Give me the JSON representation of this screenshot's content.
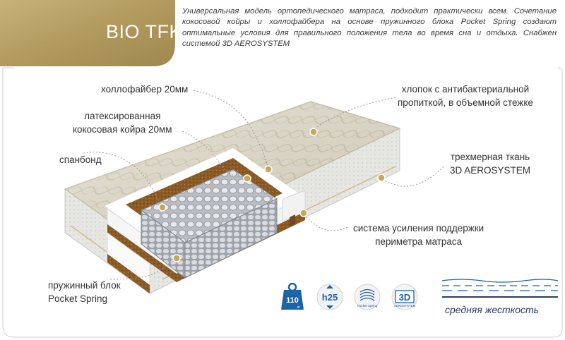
{
  "header": {
    "title": "BIO TFK",
    "description": "Универсальная модель ортопедического матраса, подходит практически всем. Сочетание кокосовой койры и холлофайбера на основе пружинного блока Pocket Spring создают оптимальные условия для правильного положения тела во время сна и отдыха. Снабжен системой  3D AEROSYSTEM"
  },
  "labels": {
    "hollofiber": "холлофайбер 20мм",
    "coconut_line1": "латексированная",
    "coconut_line2": "кокосовая койра  20мм",
    "spunbond": "спанбонд",
    "spring_line1": "пружинный блок",
    "spring_line2": "Pocket Spring",
    "cotton_line1": "хлопок с антибактериальной",
    "cotton_line2": "пропиткой, в объемной стежке",
    "fabric_line1": "трехмерная ткань",
    "fabric_line2": "3D AEROSYSTEM",
    "perimeter_line1": "система усиления поддержки",
    "perimeter_line2": "периметра матраса"
  },
  "icons": {
    "weight_value": "110",
    "weight_unit": "кг",
    "height_value": "h25",
    "pocket_label": "Pocket Spring",
    "aero_value": "3D",
    "aero_label": "AEROSYSTEM"
  },
  "firmness": {
    "label": "средняя жесткость"
  },
  "colors": {
    "gold": "#b39a5d",
    "navy": "#2d3b60",
    "blue": "#1d63a8",
    "coconut": "#8a5a25"
  }
}
